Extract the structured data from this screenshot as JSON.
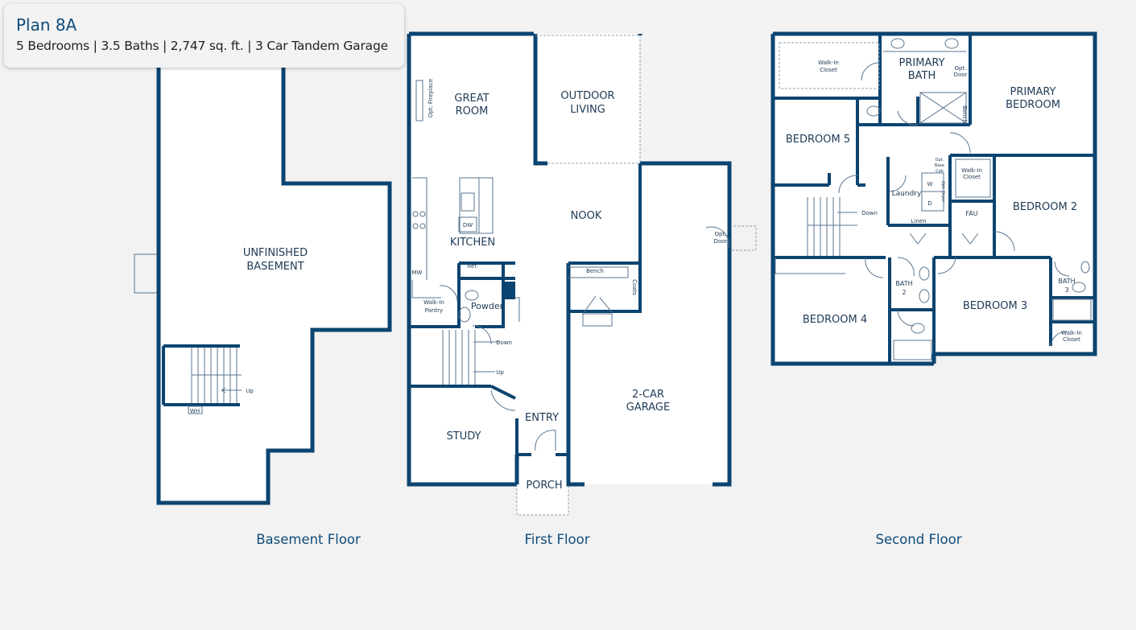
{
  "header": {
    "title": "Plan 8A",
    "details": "5 Bedrooms | 3.5 Baths | 2,747 sq. ft. | 3 Car Tandem Garage"
  },
  "colors": {
    "wall": "#0b4470",
    "title": "#0f4c7a",
    "background": "#f2f2f2"
  },
  "floors": {
    "basement": {
      "label": "Basement Floor",
      "rooms": {
        "unfinished_basement": [
          "UNFINISHED",
          "BASEMENT"
        ],
        "up": "Up",
        "wh": "WH"
      }
    },
    "first": {
      "label": "First Floor",
      "rooms": {
        "great_room": [
          "GREAT",
          "ROOM"
        ],
        "outdoor_living": [
          "OUTDOOR",
          "LIVING"
        ],
        "opt_fireplace": "Opt. Fireplace",
        "nook": "NOOK",
        "kitchen": "KITCHEN",
        "dw": "DW",
        "mw": "MW",
        "ref": "Ref.",
        "walk_in_pantry": [
          "Walk-In",
          "Pantry"
        ],
        "powder": "Powder",
        "bench": "Bench",
        "coats": "Coats",
        "opt_door": [
          "Opt.",
          "Door"
        ],
        "down": "Down",
        "up": "Up",
        "study": "STUDY",
        "entry": "ENTRY",
        "porch": "PORCH",
        "garage": [
          "2-CAR",
          "GARAGE"
        ]
      }
    },
    "second": {
      "label": "Second Floor",
      "rooms": {
        "walk_in_closet_primary": [
          "Walk-In",
          "Closet"
        ],
        "primary_bath": [
          "PRIMARY",
          "BATH"
        ],
        "opt_door": [
          "Opt.",
          "Door"
        ],
        "bench": "Bench",
        "primary_bedroom": [
          "PRIMARY",
          "BEDROOM"
        ],
        "bedroom5": "BEDROOM 5",
        "laundry": "Laundry",
        "w": "W",
        "d": "D",
        "opt_base_cab": [
          "Opt.",
          "Base",
          "Cab"
        ],
        "opt_dryer": "Opt. Dryer",
        "linen": "Linen",
        "walk_in_closet_bed2": [
          "Walk-In",
          "Closet"
        ],
        "fau": "FAU",
        "bedroom2": "BEDROOM 2",
        "down": "Down",
        "bath2": [
          "BATH",
          "2"
        ],
        "bath3": [
          "BATH",
          "3"
        ],
        "bedroom3": "BEDROOM 3",
        "bedroom4": "BEDROOM 4",
        "walk_in_closet_bed3": [
          "Walk-In",
          "Closet"
        ]
      }
    }
  }
}
